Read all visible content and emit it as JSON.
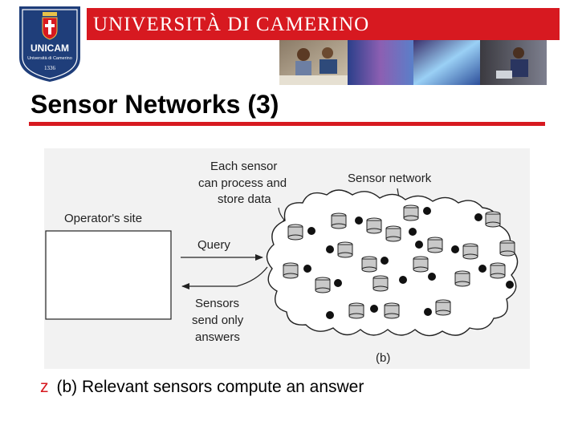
{
  "header": {
    "logo_name": "UNICAM",
    "logo_subtitle": "Università di Camerino",
    "logo_year": "1336",
    "banner_title": "UNIVERSITÀ DI CAMERINO",
    "colors": {
      "brand_red": "#d71920",
      "shield_blue": "#1f3e7a"
    }
  },
  "slide": {
    "title": "Sensor Networks (3)"
  },
  "diagram": {
    "operator_label": "Operator's site",
    "query_label": "Query",
    "answers_label": [
      "Sensors",
      "send only",
      "answers"
    ],
    "each_sensor_label": [
      "Each sensor",
      "can process and",
      "store data"
    ],
    "network_label": "Sensor network",
    "caption": "(b)"
  },
  "bullets": [
    {
      "marker": "z",
      "text": "(b) Relevant sensors compute an answer"
    }
  ]
}
